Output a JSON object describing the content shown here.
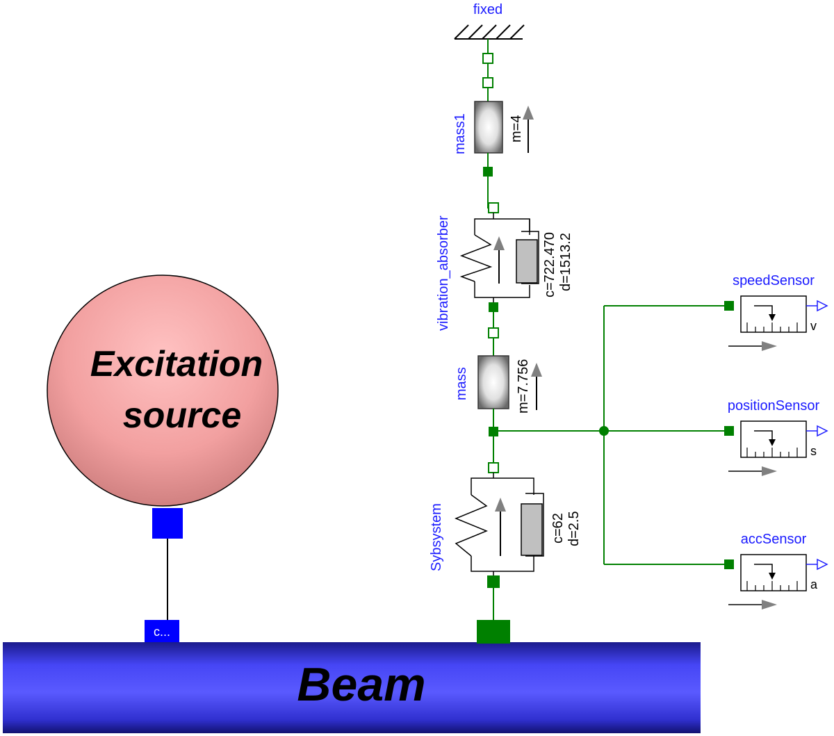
{
  "excitation": {
    "line1": "Excitation",
    "line2": "source",
    "connector_label": "c..."
  },
  "beam": {
    "label": "Beam"
  },
  "chain": {
    "fixed": "fixed",
    "mass1": {
      "name": "mass1",
      "param": "m=4"
    },
    "absorber": {
      "name": "vibration_absorber",
      "c": "c=722.470",
      "d": "d=1513.2"
    },
    "mass": {
      "name": "mass",
      "param": "m=7.756"
    },
    "subsystem": {
      "name": "Sybsystem",
      "c": "c=62",
      "d": "d=2.5"
    }
  },
  "sensors": [
    {
      "name": "speedSensor",
      "output": "v"
    },
    {
      "name": "positionSensor",
      "output": "s"
    },
    {
      "name": "accSensor",
      "output": "a"
    }
  ],
  "colors": {
    "connection": "#008000",
    "label": "#1a1aff",
    "beam": "#3a3af0",
    "sphere": "#f4a6a6",
    "excitation_port": "#0000ff"
  }
}
